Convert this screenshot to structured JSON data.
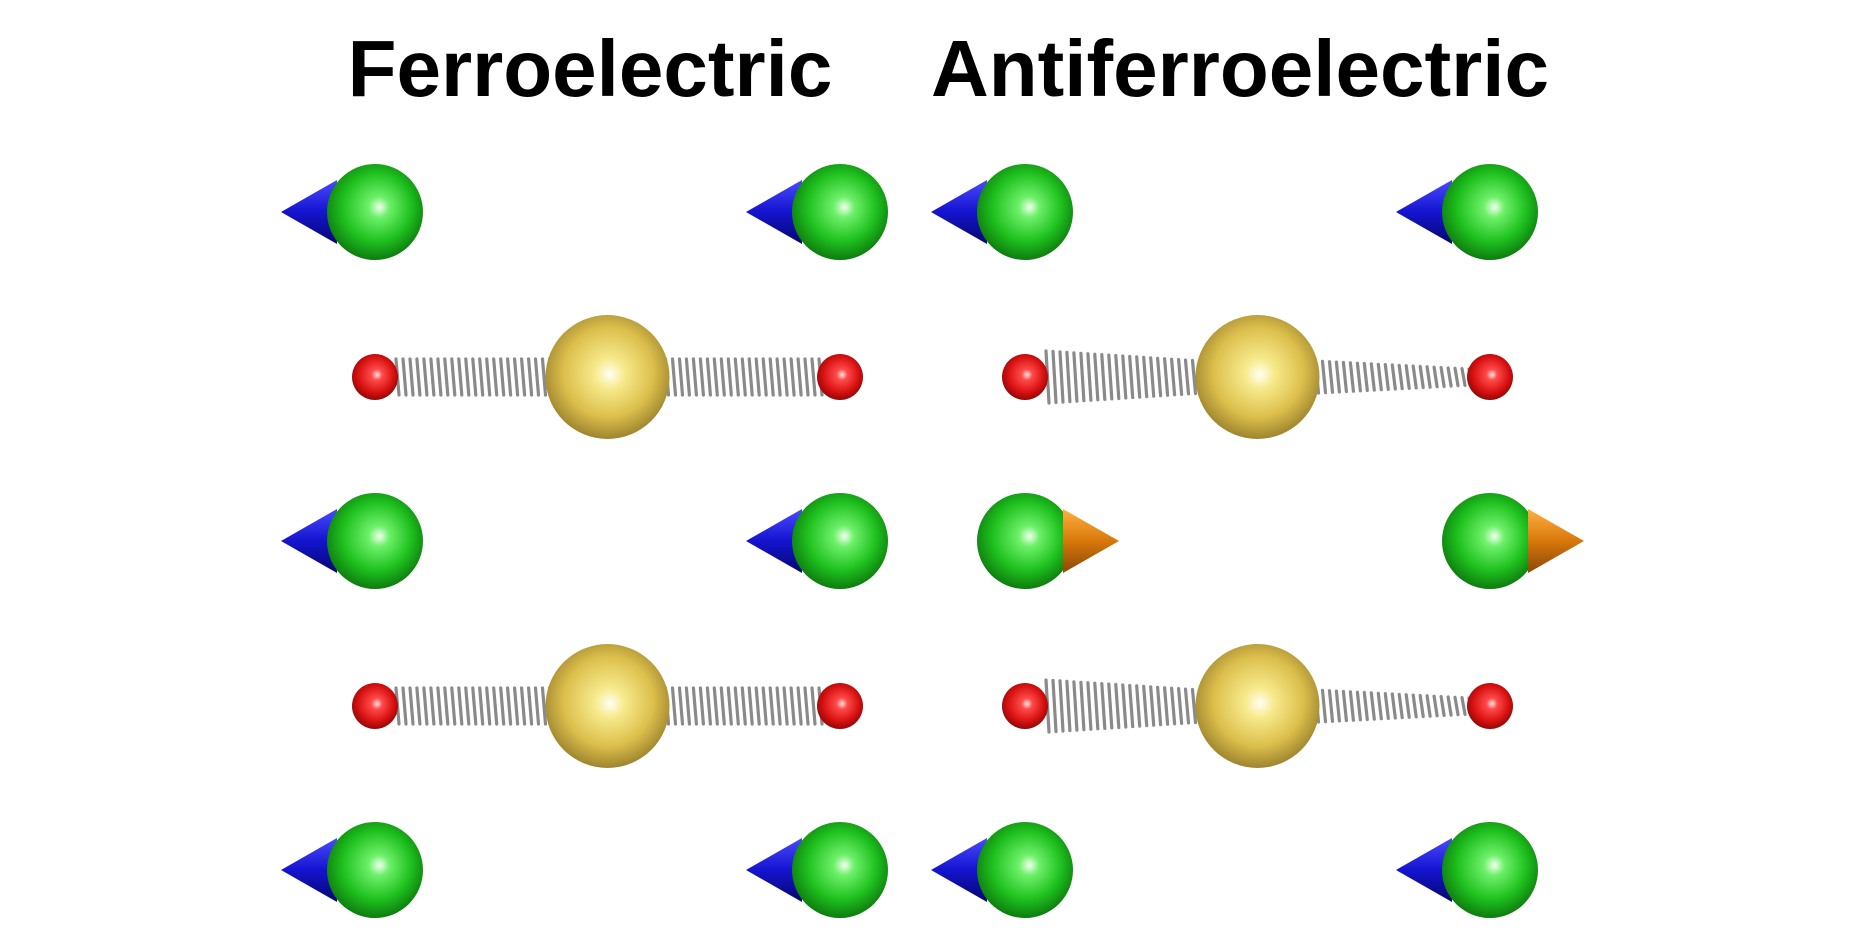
{
  "panels": [
    {
      "title": "Ferroelectric",
      "cation_rows": [
        {
          "arrow_direction": "left"
        },
        {
          "arrow_direction": "left"
        },
        {
          "arrow_direction": "left"
        }
      ],
      "bond_rows": [
        {
          "springs": "symmetric"
        },
        {
          "springs": "symmetric"
        }
      ]
    },
    {
      "title": "Antiferroelectric",
      "cation_rows": [
        {
          "arrow_direction": "left"
        },
        {
          "arrow_direction": "right"
        },
        {
          "arrow_direction": "left"
        }
      ],
      "bond_rows": [
        {
          "springs": "tapered"
        },
        {
          "springs": "tapered"
        }
      ]
    }
  ],
  "colors": {
    "cation_sphere": "#1ec01e",
    "central_sphere": "#e0c24a",
    "anion_sphere": "#e01414",
    "spring": "#8a8a8a",
    "arrow_left": "#1414d0",
    "arrow_right": "#d8780a",
    "title": "#000000",
    "background": "#ffffff"
  },
  "icons": {
    "cation": "green-sphere-icon",
    "central_atom": "gold-sphere-icon",
    "anion": "red-sphere-icon",
    "spring": "spring-icon",
    "displacement_arrow": "cone-arrow-icon"
  }
}
